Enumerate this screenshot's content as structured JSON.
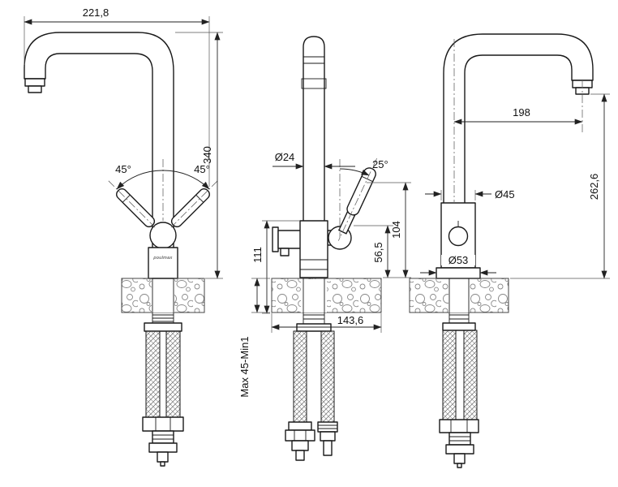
{
  "drawing": {
    "brand_label": "poulmax",
    "front_view": {
      "dim_total_width": "221,8",
      "dim_total_height": "340",
      "angle_left_handle": "45°",
      "angle_right_handle": "45°"
    },
    "side_view": {
      "dim_spout_pipe_diameter": "Ø24",
      "angle_handle_tilt": "25°",
      "dim_handle_height": "104",
      "dim_outlet_height": "56,5",
      "dim_body_height": "111",
      "dim_base_depth": "143,6",
      "dim_mounting_thickness": "Max 45-Min1"
    },
    "back_view": {
      "dim_spout_reach": "198",
      "dim_spout_height": "262,6",
      "dim_body_diameter": "Ø45",
      "dim_base_diameter": "Ø53"
    }
  }
}
